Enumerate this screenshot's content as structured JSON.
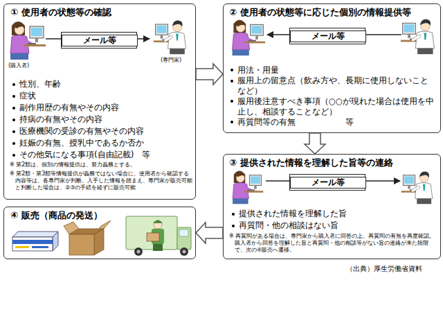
{
  "diagram": {
    "nodes": [
      {
        "text": [
          "① 使用者の状態等の確認",
          "性別、年齢",
          "症状",
          "副作用歴の有無やその内容",
          "持病の有無やその内容",
          "医療機関の受診の有無やその内容",
          "妊娠の有無、授乳中であるか否か",
          "その他気になる事項(自由記載)　等",
          "※ 第2類は、個別の情報提供は、努力義務とする。",
          "※ 第2類・第3類等情報提供が義務ではない場合に、使用者から確認する内容等は、各専門家が判断。入手した情報を踏まえ、専門家が販売可能と判断した場合は、②③の手続を経ずに販売可能"
        ]
      },
      {
        "text": [
          "メール等"
        ],
        "in": 0
      },
      {
        "text": [
          "② 使用者の状態等に応じた個別の情報提供等",
          "用法・用量",
          "服用上の留意点（飲み方や、長期に使用しないことなど）",
          "服用後注意すべき事項（○○が現れた場合は使用を中止し、相談することなど）",
          "再質問等の有無　　　　　　等"
        ]
      },
      {
        "text": [
          "メール等"
        ],
        "in": 2
      },
      {
        "text": [
          "③ 提供された情報を理解した旨等の連絡",
          "提供された情報を理解した旨",
          "再質問・他の相談はない旨",
          "※ 再質問がある場合は、専門家から購入者に回答の上、再質問の有無を再度確認。購入者から回答を理解した旨と再質問・他の相談等がない旨の連絡が来た段階で、次の④販売へ遷移。"
        ]
      },
      {
        "text": [
          "メール等"
        ],
        "in": 4
      },
      {
        "text": [
          "④ 販売（商品の発送）"
        ]
      }
    ],
    "edges": [
      {
        "from": 0,
        "to": 2,
        "arrow": "to"
      },
      {
        "from": 2,
        "to": 4,
        "arrow": "to"
      },
      {
        "from": 4,
        "to": 6,
        "arrow": "to"
      }
    ],
    "labels": [
      "(購入者)",
      "(専門家)",
      "（出典）厚生労働省資料"
    ]
  }
}
